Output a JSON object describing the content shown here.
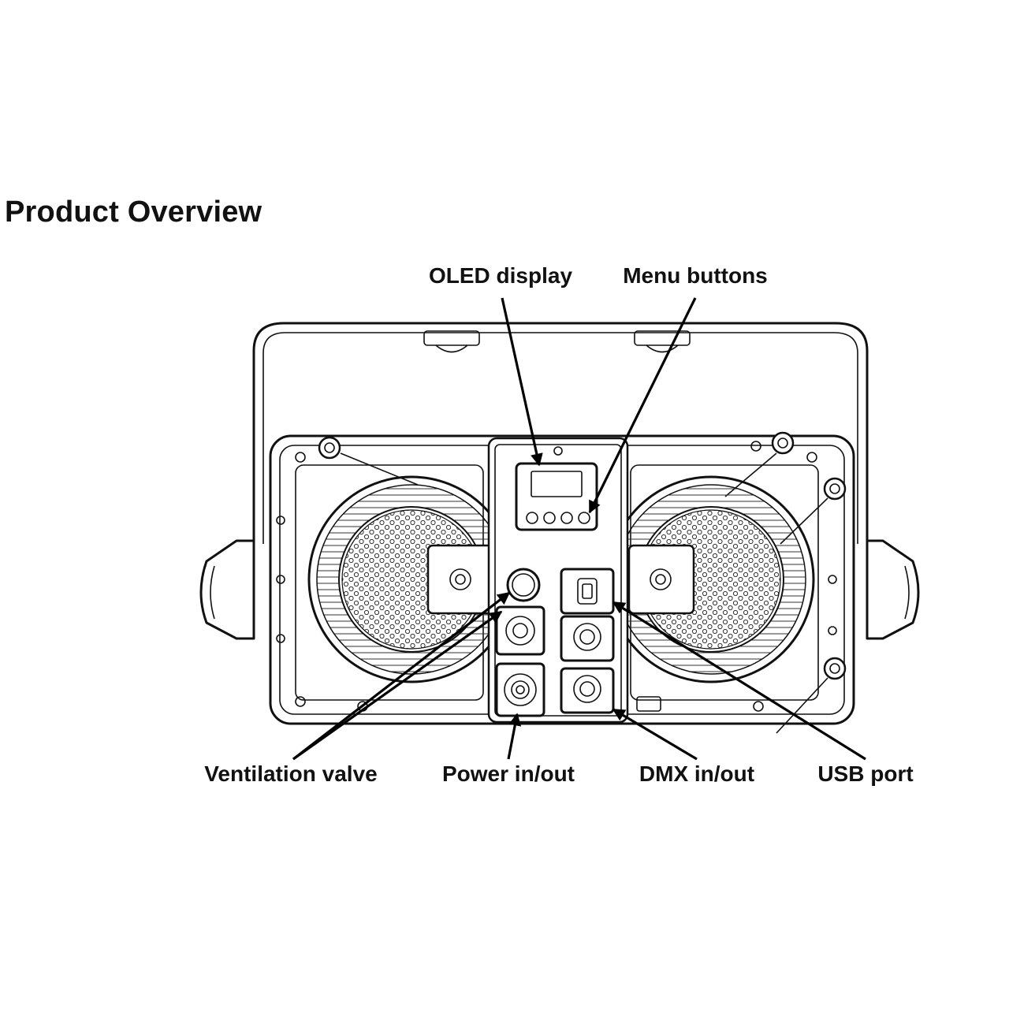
{
  "title": "Product Overview",
  "callouts": {
    "oled_display": "OLED display",
    "menu_buttons": "Menu buttons",
    "ventilation_valve": "Ventilation valve",
    "power_in_out": "Power in/out",
    "dmx_in_out": "DMX in/out",
    "usb_port": "USB port"
  },
  "colors": {
    "line": "#111111",
    "background": "#ffffff"
  }
}
